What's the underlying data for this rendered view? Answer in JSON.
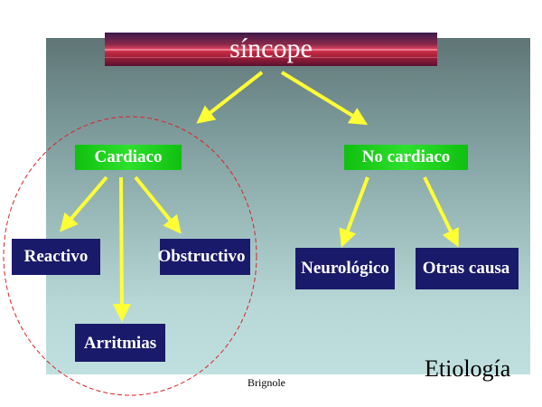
{
  "title": "síncope",
  "branches": {
    "cardiac": "Cardiaco",
    "non_cardiac": "No cardiaco"
  },
  "cardiac_children": {
    "reactive": "Reactivo",
    "obstructive": "Obstructivo",
    "arrhythmias": "Arritmias"
  },
  "non_cardiac_children": {
    "neurological": "Neurológico",
    "other_causes": "Otras causa"
  },
  "source": "Brignole",
  "slide_label": "Etiología",
  "colors": {
    "arrow": "#ffff33",
    "green_box": "#22cc22",
    "navy_box": "#1a1a6a",
    "ellipse": "#dd2222"
  }
}
